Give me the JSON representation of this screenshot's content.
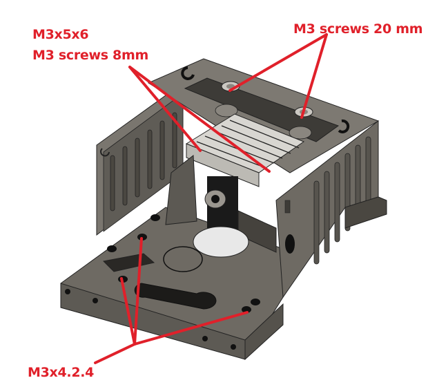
{
  "figure": {
    "subject": "3D printed enclosure / mount (CAD render) with fastener callouts",
    "colors": {
      "background": "#ffffff",
      "body": "#6e6a63",
      "body_light": "#858078",
      "body_dark": "#4a4741",
      "hole": "#111111",
      "heatsink": "#cfcdc8",
      "annotation": "#e0202a"
    }
  },
  "annotations": [
    {
      "id": "heatsink-screws",
      "lines": [
        "M3x5x6",
        "M3 screws 8mm"
      ]
    },
    {
      "id": "top-screws",
      "lines": [
        "M3 screws 20 mm"
      ]
    },
    {
      "id": "base-inserts",
      "lines": [
        "M3x4.2.4"
      ]
    }
  ]
}
